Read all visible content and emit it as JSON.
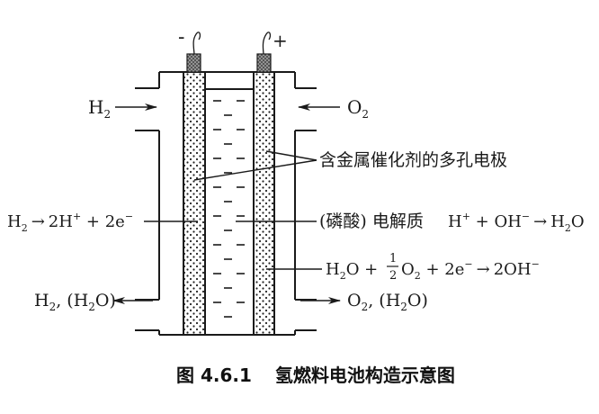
{
  "terminals": {
    "negative": "-",
    "positive": "+"
  },
  "inputs": {
    "h2_in": {
      "base": "H",
      "sub": "2"
    },
    "o2_in": {
      "base": "O",
      "sub": "2"
    }
  },
  "outputs": {
    "h2_out": {
      "p1": "H",
      "s1": "2",
      "p2": ", (H",
      "s2": "2",
      "p3": "O)"
    },
    "o2_out": {
      "p1": "O",
      "s1": "2",
      "p2": ", (H",
      "s2": "2",
      "p3": "O)"
    }
  },
  "labels": {
    "electrode": "含金属催化剂的多孔电极",
    "electrolyte": "(磷酸) 电解质"
  },
  "reactions": {
    "anode": {
      "p1": "H",
      "s1": "2",
      "arrow": "→",
      "p2": "2H",
      "sup1": "+",
      "p3": " + 2e",
      "sup2": "−"
    },
    "electrolyte": {
      "p1": "H",
      "sup1": "+",
      "p2": " + OH",
      "sup2": "−",
      "arrow": "→",
      "p3": "H",
      "s1": "2",
      "p4": "O"
    },
    "cathode": {
      "p1": "H",
      "s1": "2",
      "p2": "O + ",
      "frac_num": "1",
      "frac_den": "2",
      "p3": "O",
      "s2": "2",
      "p4": " + 2e",
      "sup1": "−",
      "arrow": "→",
      "p5": "2OH",
      "sup2": "−"
    }
  },
  "caption": {
    "figure_no": "图 4.6.1",
    "title": "氢燃料电池构造示意图"
  }
}
